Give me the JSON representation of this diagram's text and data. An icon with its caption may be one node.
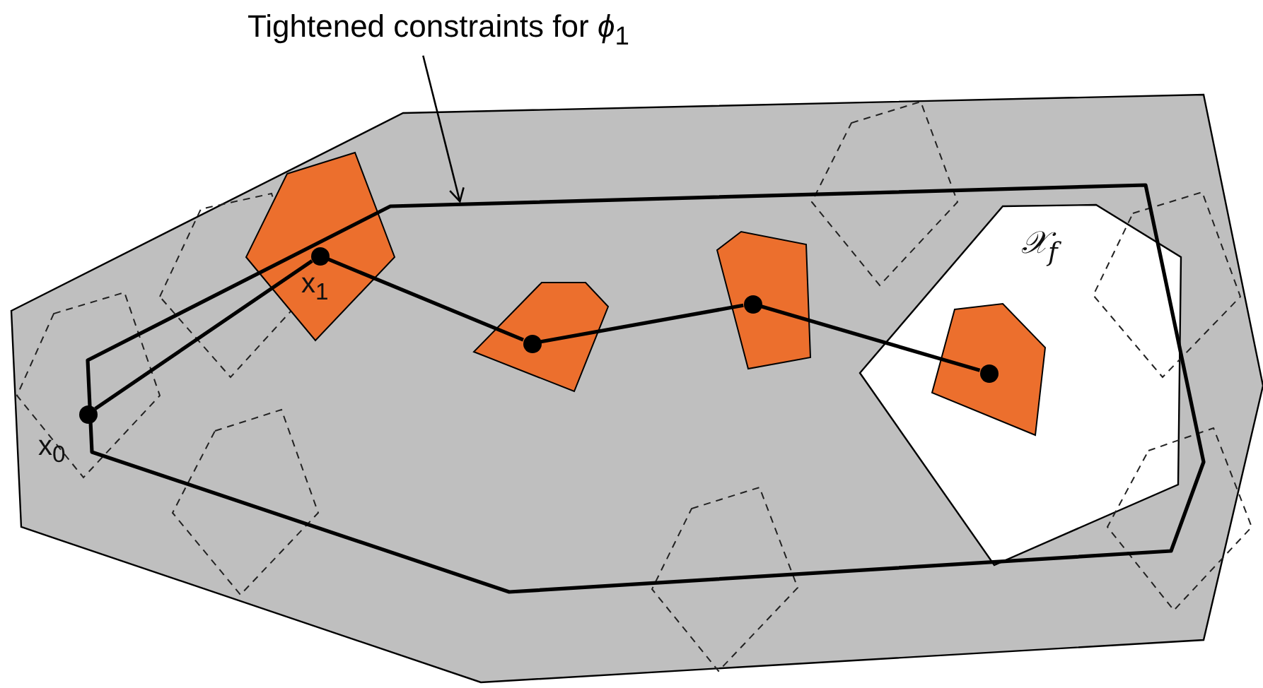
{
  "diagram": {
    "nodes": [
      {
        "text": [
          "Tightened constraints for *ϕ*$_{1}$"
        ]
      },
      {
        "text": [],
        "shape": "polygon"
      },
      {
        "text": [],
        "shape": "circle",
        "beside": [
          "x$_{0}$"
        ],
        "in": 1
      },
      {
        "text": [],
        "shape": "circle",
        "beside": [
          "x$_{1}$"
        ],
        "in": 1
      },
      {
        "text": [],
        "shape": "circle",
        "in": 1
      },
      {
        "text": [],
        "shape": "circle",
        "in": 1
      },
      {
        "text": [],
        "shape": "circle",
        "in": 1
      }
    ],
    "edges": [
      {
        "from": 0,
        "to": 1,
        "arrow": "to"
      },
      {
        "from": 2,
        "to": 3,
        "arrow": "none"
      },
      {
        "from": 3,
        "to": 4,
        "arrow": "none"
      },
      {
        "from": 4,
        "to": 5,
        "arrow": "none"
      },
      {
        "from": 5,
        "to": 6,
        "arrow": "none"
      }
    ],
    "labels": [
      "𝒳$_{f}$"
    ]
  }
}
